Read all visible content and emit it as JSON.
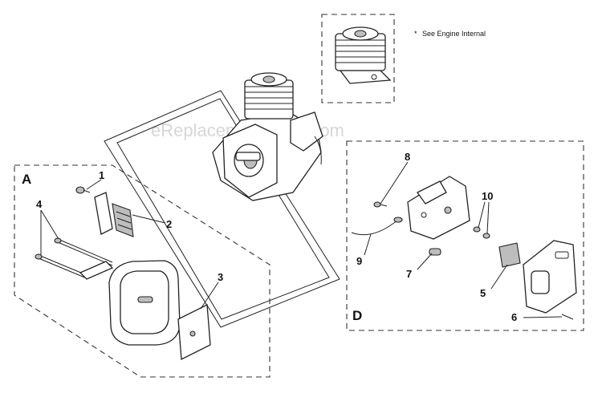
{
  "watermark": "eReplacementParts.com",
  "note": {
    "star": "*",
    "text": "See Engine Internal"
  },
  "sections": {
    "a": "A",
    "d": "D"
  },
  "callouts": {
    "c1": "1",
    "c2": "2",
    "c3": "3",
    "c4": "4",
    "c5": "5",
    "c6": "6",
    "c7": "7",
    "c8": "8",
    "c9": "9",
    "c10": "10"
  }
}
